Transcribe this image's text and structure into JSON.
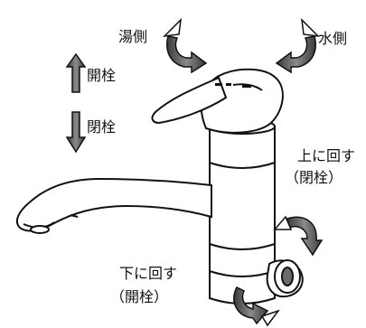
{
  "labels": {
    "hot_side": "湯側",
    "cold_side": "水側",
    "lever_up": "開栓",
    "lever_down": "閉栓",
    "valve_up_action": "上に回す",
    "valve_up_state": "（閉栓）",
    "valve_down_action": "下に回す",
    "valve_down_state": "（開栓）"
  },
  "colors": {
    "arrow_fill": "#5a5a5a",
    "outline": "#111111",
    "faucet_fill": "#ffffff"
  }
}
